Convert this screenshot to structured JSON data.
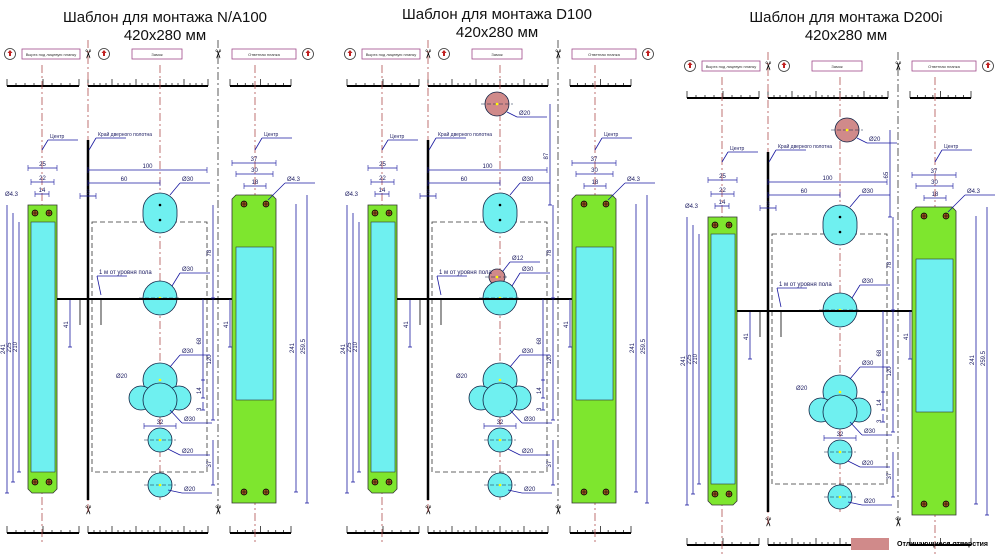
{
  "colors": {
    "strip": "#7ee62e",
    "cyan": "#6ff0f0",
    "diff": "#d08a8a",
    "dim": "#1a1aa0",
    "axis": "#b05050"
  },
  "labels": {
    "cut_face": "Вырез под лицевую планку",
    "lock": "Замок",
    "strike": "Ответная планка",
    "center": "Центр",
    "door_edge": "Край дверного полотна",
    "floor": "1 м от уровня пола"
  },
  "legend": {
    "text": "Отличающиеся отверстия"
  },
  "panels": [
    {
      "title": "Шаблон для монтажа N/A100",
      "size": "420x280 мм",
      "diff_top": false,
      "diff_mid": false,
      "top_dim": "",
      "dims_left": [
        "25",
        "22",
        "14",
        "Ø4.3",
        "241",
        "225",
        "210",
        "41"
      ],
      "dims_mid": [
        "100",
        "60",
        "3",
        "Ø30",
        "Ø30",
        "78",
        "68",
        "120",
        "Ø30",
        "Ø20",
        "14",
        "3",
        "32",
        "Ø30",
        "Ø20",
        "Ø20",
        "37"
      ],
      "dims_right": [
        "37",
        "30",
        "18",
        "Ø4.3",
        "41",
        "241",
        "259.5"
      ]
    },
    {
      "title": "Шаблон для монтажа D100",
      "size": "420x280 мм",
      "diff_top": true,
      "diff_mid": true,
      "top_dim": "87",
      "top_hole": "Ø20",
      "mid_hole": "Ø12",
      "dims_left": [
        "25",
        "22",
        "14",
        "Ø4.3",
        "241",
        "225",
        "210",
        "41"
      ],
      "dims_mid": [
        "100",
        "60",
        "3",
        "Ø30",
        "Ø30",
        "78",
        "68",
        "120",
        "Ø30",
        "Ø20",
        "14",
        "3",
        "32",
        "Ø30",
        "Ø20",
        "Ø20",
        "37"
      ],
      "dims_right": [
        "37",
        "30",
        "18",
        "Ø4.3",
        "41",
        "241",
        "259.5"
      ]
    },
    {
      "title": "Шаблон для монтажа D200i",
      "size": "420x280 мм",
      "diff_top": true,
      "diff_mid": false,
      "top_dim": "65",
      "top_hole": "Ø20",
      "dims_left": [
        "25",
        "22",
        "14",
        "Ø4.3",
        "241",
        "225",
        "210",
        "41"
      ],
      "dims_mid": [
        "100",
        "60",
        "3",
        "Ø30",
        "Ø30",
        "78",
        "68",
        "120",
        "Ø30",
        "Ø20",
        "14",
        "3",
        "32",
        "Ø30",
        "Ø20",
        "Ø20",
        "37"
      ],
      "dims_right": [
        "37",
        "30",
        "18",
        "Ø4.3",
        "41",
        "241",
        "259.5"
      ]
    }
  ]
}
